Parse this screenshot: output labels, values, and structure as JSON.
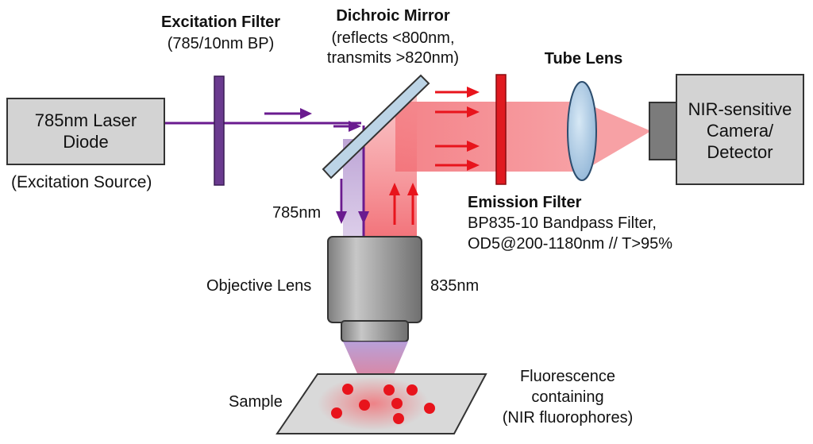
{
  "laser": {
    "line1": "785nm Laser",
    "line2": "Diode",
    "source_label": "(Excitation Source)"
  },
  "excitation_filter": {
    "title": "Excitation Filter",
    "spec": "(785/10nm BP)"
  },
  "dichroic_mirror": {
    "title": "Dichroic Mirror",
    "line1": "(reflects <800nm,",
    "line2": "transmits >820nm)"
  },
  "tube_lens": {
    "title": "Tube Lens"
  },
  "camera": {
    "line1": "NIR-sensitive",
    "line2": "Camera/",
    "line3": "Detector"
  },
  "emission_filter": {
    "title": "Emission Filter",
    "line1": "BP835-10 Bandpass Filter,",
    "line2": "OD5@200-1180nm // T>95%"
  },
  "wavelengths": {
    "excitation": "785nm",
    "emission": "835nm"
  },
  "objective": {
    "label": "Objective Lens"
  },
  "sample": {
    "label": "Sample"
  },
  "fluorescence": {
    "line1": "Fluorescence",
    "line2": "containing",
    "line3": "(NIR fluorophores)"
  },
  "colors": {
    "excitation_purple": "#6a1b8f",
    "emission_red": "#e8141c",
    "beam_pink": "#f07a80",
    "box_gray": "#d3d3d3",
    "mirror_blue": "#bcd4e6"
  }
}
